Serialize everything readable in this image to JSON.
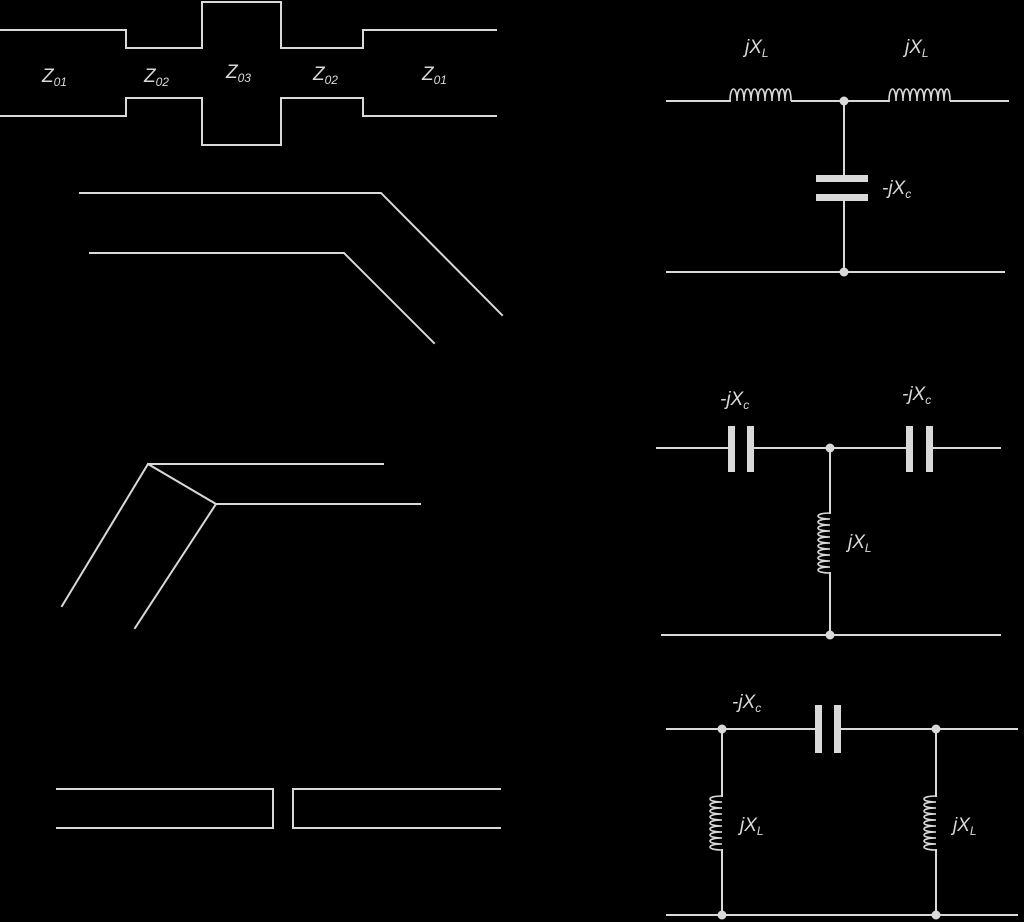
{
  "colors": {
    "background": "#000000",
    "stroke": "#d9d9d9"
  },
  "stepped_line": {
    "z1": "Z",
    "z1_sub": "01",
    "z2": "Z",
    "z2_sub": "02",
    "z3": "Z",
    "z3_sub": "03"
  },
  "circuit_t_lowpass": {
    "series_label": "jX",
    "series_sub": "L",
    "shunt_label": "-jX",
    "shunt_sub": "c"
  },
  "circuit_t_highpass": {
    "series_label": "-jX",
    "series_sub": "c",
    "shunt_label": "jX",
    "shunt_sub": "L"
  },
  "circuit_pi": {
    "series_label": "-jX",
    "series_sub": "c",
    "shunt_label": "jX",
    "shunt_sub": "L"
  }
}
